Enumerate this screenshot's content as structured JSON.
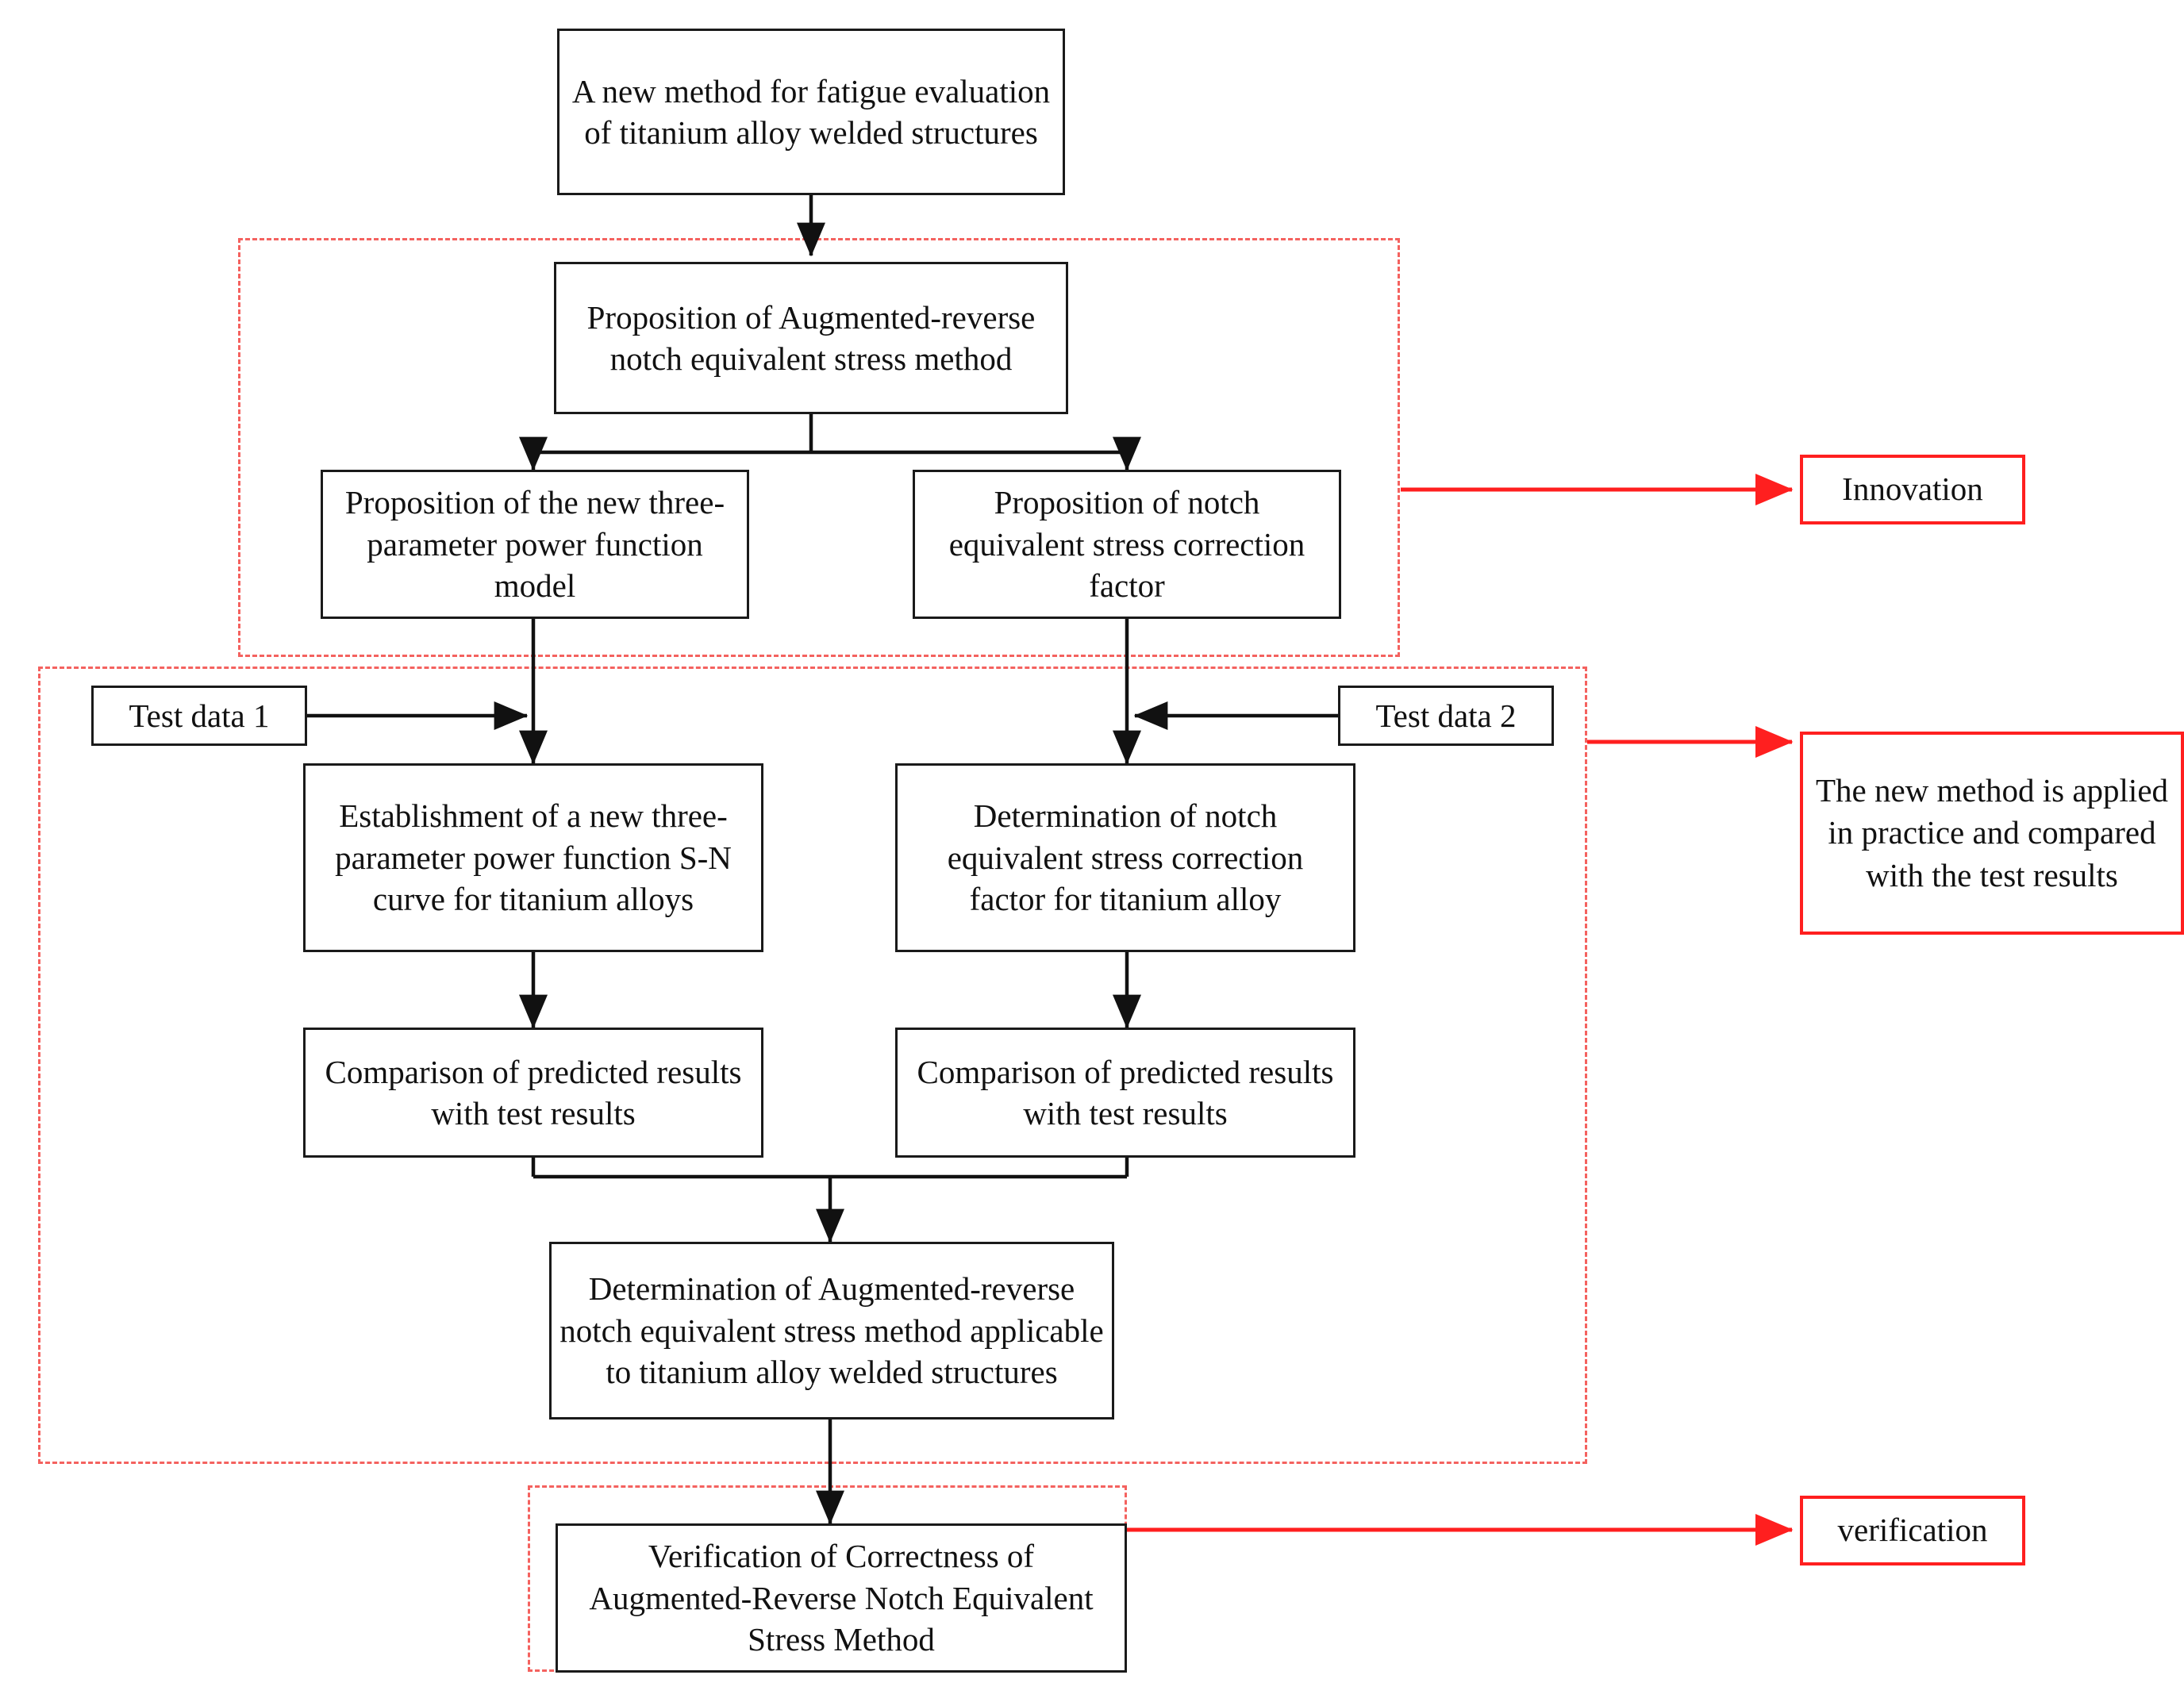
{
  "diagram": {
    "title_flow": "Research flowchart for a new fatigue evaluation method of titanium alloy welded structures",
    "colors": {
      "box_border": "#1a1a1a",
      "arrow": "#111111",
      "accent_red": "#ff1f1f",
      "dashed_group": "#f4625f",
      "background": "#ffffff"
    },
    "nodes": {
      "top_goal": "A new method for fatigue evaluation of titanium alloy welded structures",
      "proposition_main": "Proposition of Augmented-reverse notch equivalent stress method",
      "proposition_left": "Proposition of the new three-parameter power function model",
      "proposition_right": "Proposition of notch equivalent stress correction factor",
      "test_data_1": "Test data 1",
      "test_data_2": "Test data 2",
      "establishment_left": "Establishment of a new three-parameter power function S-N curve for titanium alloys",
      "determination_right": "Determination of notch equivalent stress correction factor for titanium alloy",
      "comparison_left": "Comparison of predicted results with test results",
      "comparison_right": "Comparison of predicted results with test results",
      "determination_final": "Determination of Augmented-reverse notch equivalent stress method applicable to titanium alloy welded structures",
      "verification_box": "Verification of Correctness of Augmented-Reverse Notch Equivalent Stress Method"
    },
    "annotations": {
      "innovation": "Innovation",
      "applied_practice": "The new method is applied in practice and compared with the test results",
      "verification": "verification"
    },
    "groups": {
      "innovation_group_label": "innovation-dashed-region",
      "application_group_label": "application-dashed-region",
      "verification_group_label": "verification-dashed-region"
    }
  }
}
